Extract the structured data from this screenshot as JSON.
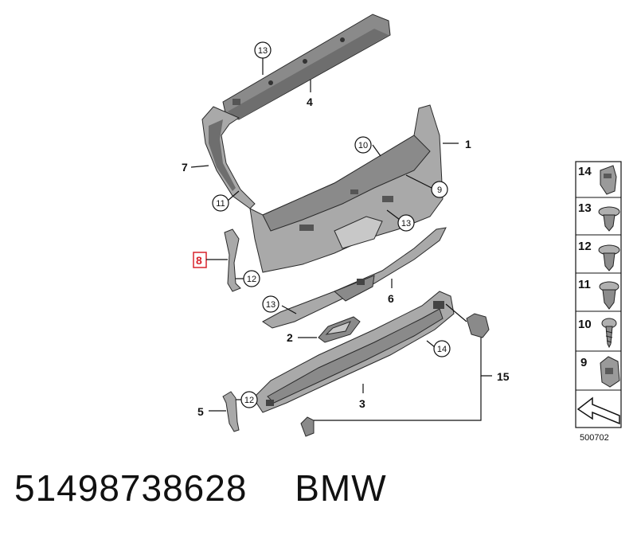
{
  "diagram": {
    "part_numbers": {
      "p1": "1",
      "p2": "2",
      "p3": "3",
      "p4": "4",
      "p5": "5",
      "p6": "6",
      "p7": "7",
      "p8": "8",
      "p15": "15"
    },
    "callouts": {
      "c13_top": "13",
      "c10": "10",
      "c9": "9",
      "c11": "11",
      "c13_mid": "13",
      "c12_a": "12",
      "c13_left": "13",
      "c14": "14",
      "c12_b": "12"
    },
    "sidebar": {
      "items": [
        {
          "label": "14",
          "icon": "clip-14-icon"
        },
        {
          "label": "13",
          "icon": "expanding-rivet-13-icon"
        },
        {
          "label": "12",
          "icon": "expanding-rivet-12-icon"
        },
        {
          "label": "11",
          "icon": "expanding-rivet-11-icon"
        },
        {
          "label": "10",
          "icon": "screw-10-icon"
        },
        {
          "label": "9",
          "icon": "clip-9-icon"
        }
      ],
      "diagram_code": "500702"
    },
    "highlight_color": "#d9232d"
  },
  "footer": {
    "part_number": "51498738628",
    "brand": "BMW"
  }
}
